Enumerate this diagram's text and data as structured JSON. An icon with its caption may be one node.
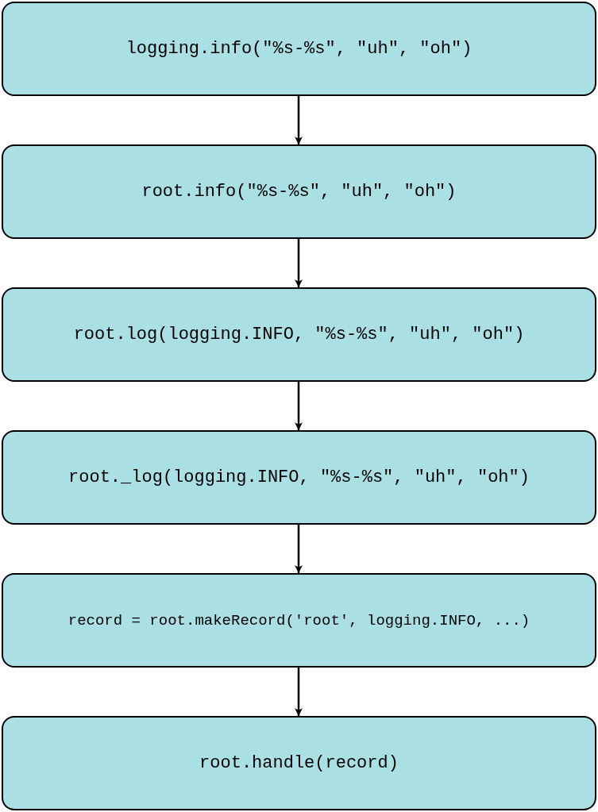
{
  "diagram": {
    "nodes": [
      {
        "text": [
          "logging.info(\"%s-%s\", \"uh\", \"oh\")"
        ]
      },
      {
        "text": [
          "root.info(\"%s-%s\", \"uh\", \"oh\")"
        ]
      },
      {
        "text": [
          "root.log(logging.INFO, \"%s-%s\", \"uh\", \"oh\")"
        ]
      },
      {
        "text": [
          "root._log(logging.INFO, \"%s-%s\", \"uh\", \"oh\")"
        ]
      },
      {
        "text": [
          "record = root.makeRecord('root', logging.INFO, ...)"
        ]
      },
      {
        "text": [
          "root.handle(record)"
        ]
      }
    ],
    "edges": [
      {
        "from": 0,
        "to": 1,
        "arrow": "to"
      },
      {
        "from": 1,
        "to": 2,
        "arrow": "to"
      },
      {
        "from": 2,
        "to": 3,
        "arrow": "to"
      },
      {
        "from": 3,
        "to": 4,
        "arrow": "to"
      },
      {
        "from": 4,
        "to": 5,
        "arrow": "to"
      }
    ]
  }
}
